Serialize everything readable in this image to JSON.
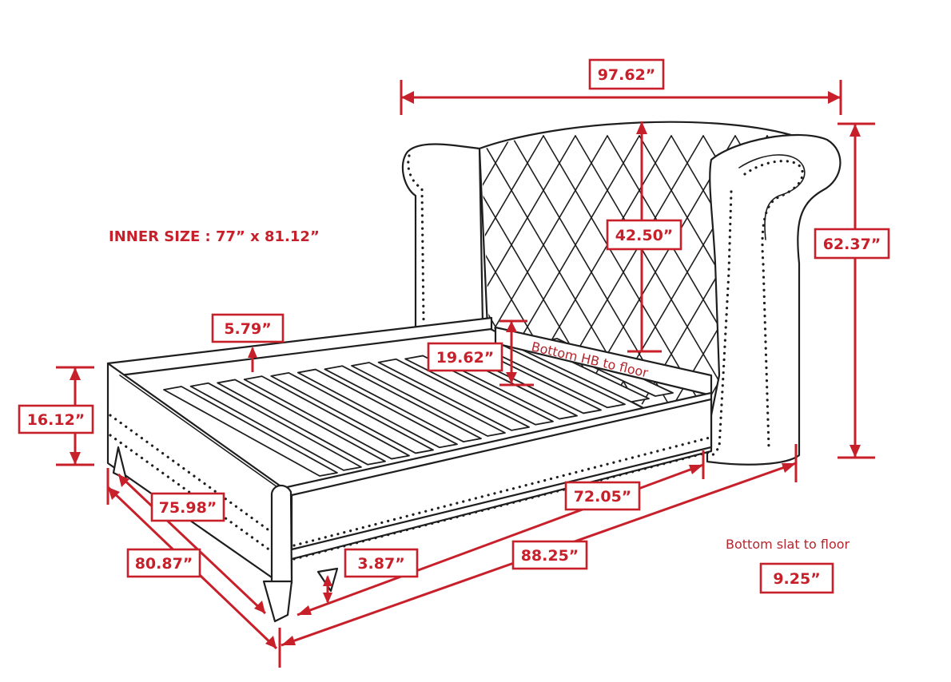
{
  "inner_size": "INNER SIZE : 77” x 81.12”",
  "notes": {
    "bottom_hb": "Bottom HB to floor",
    "bottom_slat": "Bottom slat to floor"
  },
  "dimensions": {
    "overall_width": "97.62”",
    "headboard_inner_height": "42.50”",
    "overall_height": "62.37”",
    "rail_height_top": "5.79”",
    "bottom_headboard_to_floor": "19.62”",
    "footboard_height": "16.12”",
    "inner_width": "75.98”",
    "outer_width": "80.87”",
    "inner_length": "72.05”",
    "rail_clearance": "3.87”",
    "overall_length": "88.25”",
    "bottom_slat_to_floor": "9.25”"
  },
  "colors": {
    "accent": "#c8202a",
    "lineart": "#1e1e1e",
    "background": "#ffffff"
  }
}
